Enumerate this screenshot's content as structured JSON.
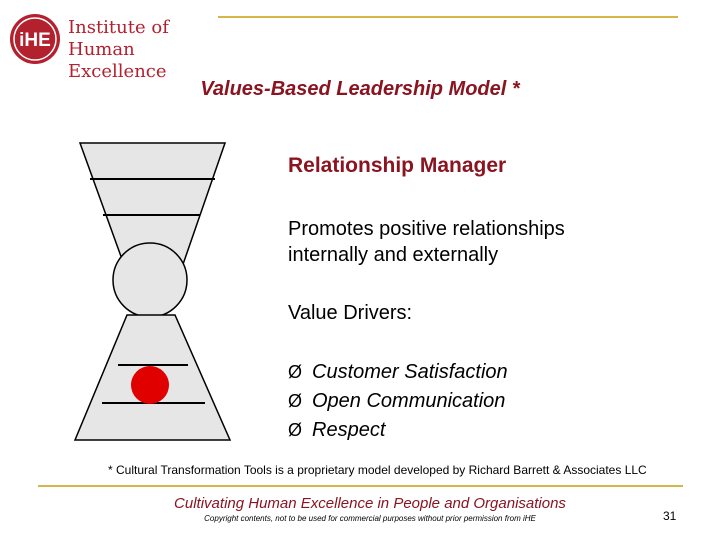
{
  "logo": {
    "mark": "iHE",
    "line1": "Institute of",
    "line2": "Human Excellence",
    "color": "#b3202e"
  },
  "title": "Values-Based Leadership Model *",
  "model": {
    "levels": 7,
    "highlight_level": 6,
    "highlight_color": "#e00000"
  },
  "content": {
    "heading": "Relationship Manager",
    "description_line1": "Promotes positive relationships",
    "description_line2": "internally and externally",
    "drivers_label": "Value Drivers:",
    "drivers": [
      "Customer Satisfaction",
      "Open Communication",
      "Respect"
    ],
    "bullet_glyph": "Ø"
  },
  "footnote": "* Cultural Transformation Tools is a proprietary model developed by Richard Barrett & Associates LLC",
  "footer": {
    "tagline": "Cultivating Human Excellence in People and Organisations",
    "copyright": "Copyright contents, not to be used for commercial purposes without prior permission from iHE",
    "page_number": "31"
  }
}
